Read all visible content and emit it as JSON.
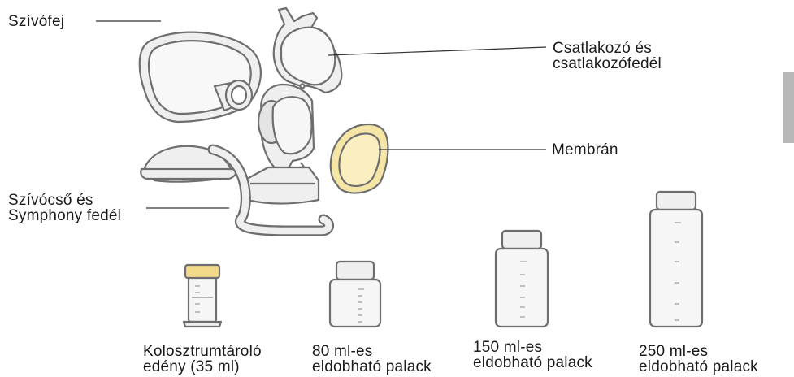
{
  "labels": {
    "breast_shield": "Szívófej",
    "connector_line1": "Csatlakozó és",
    "connector_line2": "csatlakozófedél",
    "membrane": "Membrán",
    "tubing_line1": "Szívócső és",
    "tubing_line2": "Symphony fedél"
  },
  "containers": [
    {
      "line1": "Kolosztrumtároló",
      "line2": "edény (35 ml)"
    },
    {
      "line1": "80 ml-es",
      "line2": "eldobható palack"
    },
    {
      "line1": "150 ml-es",
      "line2": "eldobható palack"
    },
    {
      "line1": "250 ml-es",
      "line2": "eldobható palack"
    }
  ],
  "colors": {
    "outline": "#6e6e6e",
    "part_fill": "#efefef",
    "membrane": "#f6e6a6",
    "colostrum_cap": "#f3d98a",
    "side_tab": "#b8b8b8"
  }
}
